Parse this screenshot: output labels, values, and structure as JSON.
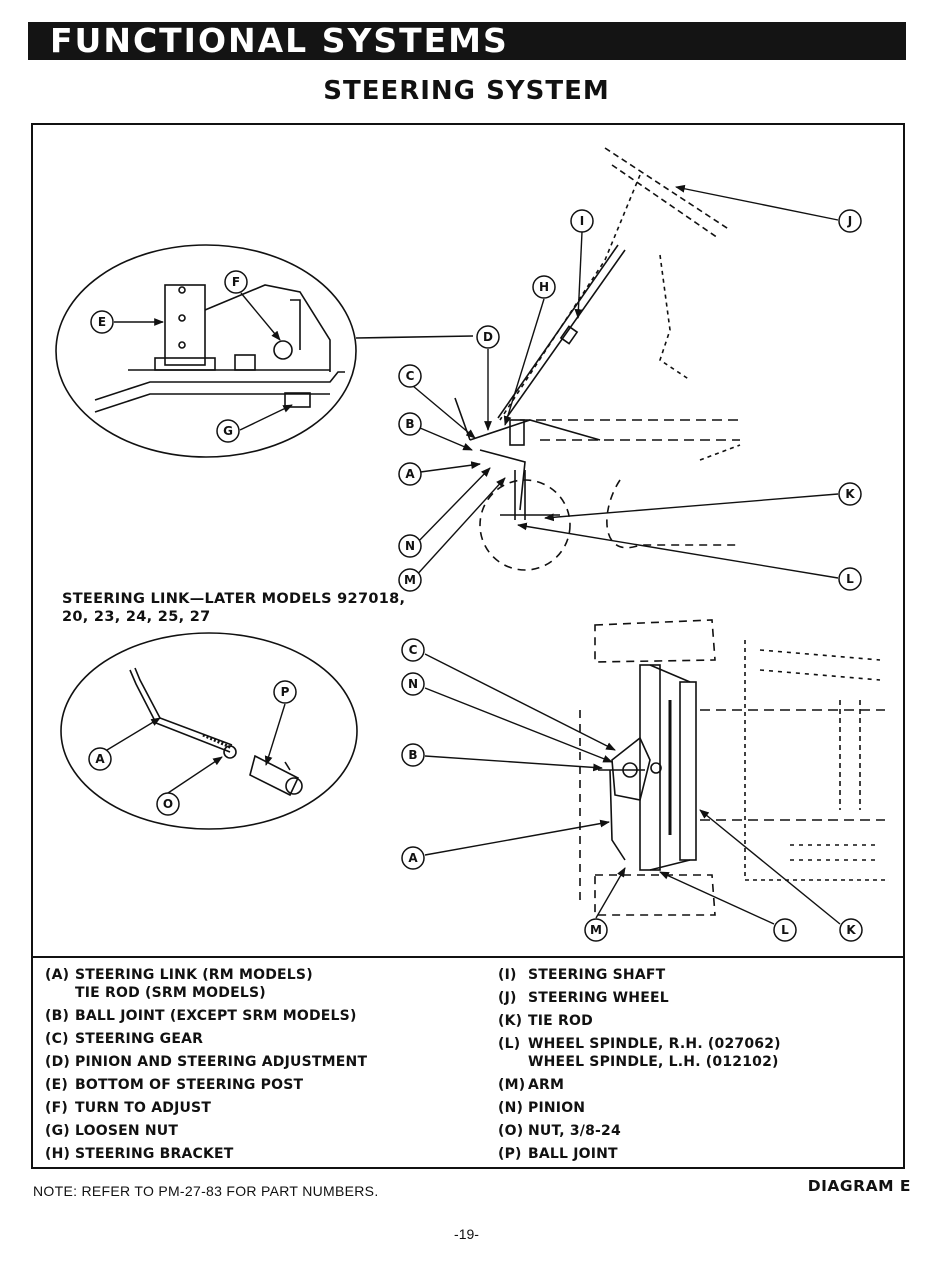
{
  "header": {
    "section_title": "FUNCTIONAL SYSTEMS",
    "page_title": "STEERING SYSTEM"
  },
  "figure": {
    "later_models_caption_line1": "STEERING LINK—LATER MODELS 927018,",
    "later_models_caption_line2": "20, 23, 24, 25, 27",
    "callout_letters": [
      "A",
      "B",
      "C",
      "D",
      "E",
      "F",
      "G",
      "H",
      "I",
      "J",
      "K",
      "L",
      "M",
      "N",
      "O",
      "P"
    ]
  },
  "legend": {
    "left": [
      {
        "code": "(A)",
        "text": "STEERING LINK (RM MODELS)",
        "cont": "TIE ROD (SRM MODELS)"
      },
      {
        "code": "(B)",
        "text": "BALL JOINT (EXCEPT SRM MODELS)"
      },
      {
        "code": "(C)",
        "text": "STEERING GEAR"
      },
      {
        "code": "(D)",
        "text": "PINION AND STEERING ADJUSTMENT"
      },
      {
        "code": "(E)",
        "text": "BOTTOM OF STEERING POST"
      },
      {
        "code": "(F)",
        "text": "TURN TO ADJUST"
      },
      {
        "code": "(G)",
        "text": "LOOSEN NUT"
      },
      {
        "code": "(H)",
        "text": "STEERING BRACKET"
      }
    ],
    "right": [
      {
        "code": "(I)",
        "text": "STEERING SHAFT"
      },
      {
        "code": "(J)",
        "text": "STEERING WHEEL"
      },
      {
        "code": "(K)",
        "text": "TIE ROD"
      },
      {
        "code": "(L)",
        "text": "WHEEL SPINDLE, R.H. (027062)",
        "cont": "WHEEL SPINDLE, L.H. (012102)"
      },
      {
        "code": "(M)",
        "text": "ARM"
      },
      {
        "code": "(N)",
        "text": "PINION"
      },
      {
        "code": "(O)",
        "text": "NUT, 3/8-24"
      },
      {
        "code": "(P)",
        "text": "BALL JOINT"
      }
    ]
  },
  "footer": {
    "note": "NOTE: REFER TO PM-27-83 FOR PART NUMBERS.",
    "diagram_label": "DIAGRAM E",
    "page_number": "-19-"
  }
}
